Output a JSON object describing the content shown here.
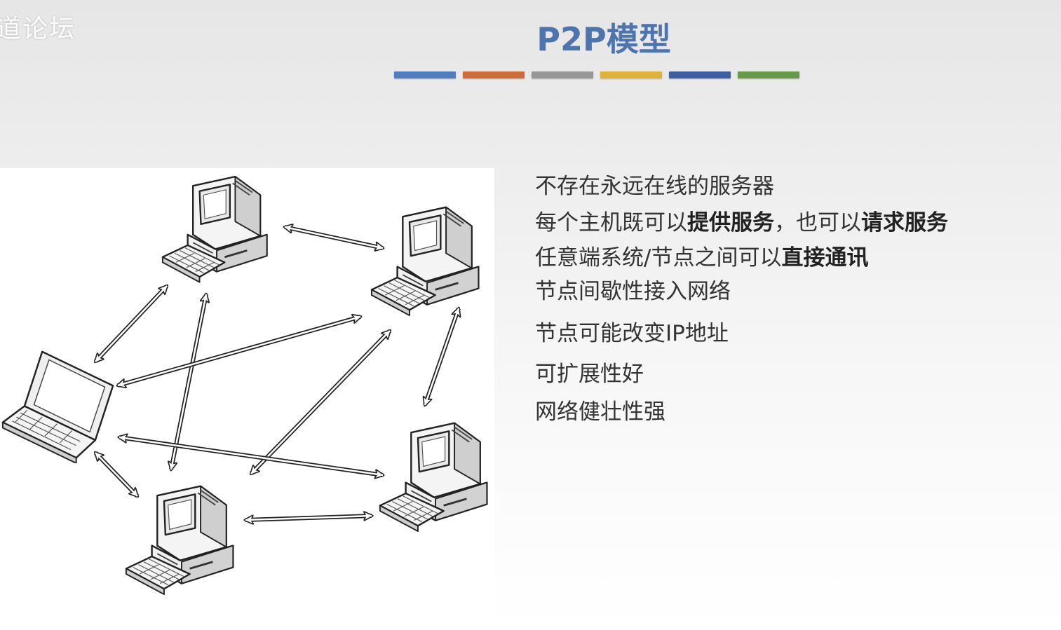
{
  "watermark": "道论坛",
  "slide": {
    "title": "P2P模型",
    "title_bar_colors": [
      "#4e7ec1",
      "#d06a37",
      "#979797",
      "#e2b232",
      "#3a5fa4",
      "#659b45"
    ]
  },
  "bullets": [
    {
      "segments": [
        {
          "text": "不存在永远在线的服务器",
          "bold": false
        }
      ]
    },
    {
      "segments": [
        {
          "text": "每个主机既可以",
          "bold": false
        },
        {
          "text": "提供服务",
          "bold": true
        },
        {
          "text": "，也可以",
          "bold": false
        },
        {
          "text": "请求服务",
          "bold": true
        }
      ]
    },
    {
      "segments": [
        {
          "text": "任意端系统/节点之间可以",
          "bold": false
        },
        {
          "text": "直接通讯",
          "bold": true
        }
      ]
    },
    {
      "segments": [
        {
          "text": "节点间歇性接入网络",
          "bold": false
        }
      ]
    },
    {
      "segments": [
        {
          "text": "节点可能改变IP地址",
          "bold": false
        }
      ]
    },
    {
      "segments": [
        {
          "text": "可扩展性好",
          "bold": false
        }
      ]
    },
    {
      "segments": [
        {
          "text": "网络健壮性强",
          "bold": false
        }
      ]
    }
  ],
  "diagram": {
    "nodes": [
      {
        "id": "top",
        "kind": "desktop-icon"
      },
      {
        "id": "right-top",
        "kind": "desktop-icon"
      },
      {
        "id": "left",
        "kind": "laptop-icon"
      },
      {
        "id": "right-bottom",
        "kind": "desktop-icon"
      },
      {
        "id": "bottom",
        "kind": "desktop-icon"
      }
    ],
    "links": [
      [
        "top",
        "right-top"
      ],
      [
        "top",
        "left"
      ],
      [
        "top",
        "bottom"
      ],
      [
        "left",
        "right-top"
      ],
      [
        "right-top",
        "bottom"
      ],
      [
        "right-top",
        "right-bottom"
      ],
      [
        "left",
        "right-bottom"
      ],
      [
        "left",
        "bottom"
      ],
      [
        "bottom",
        "right-bottom"
      ]
    ]
  }
}
